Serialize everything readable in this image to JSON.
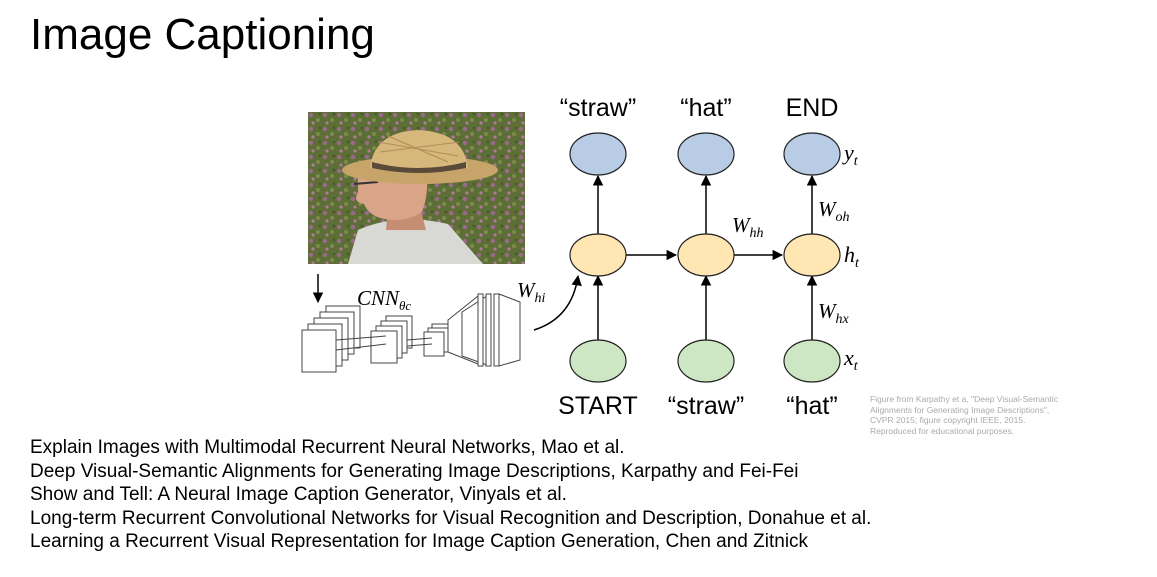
{
  "slide": {
    "title": "Image Captioning"
  },
  "diagram": {
    "top_words": [
      "“straw”",
      "“hat”",
      "END"
    ],
    "bottom_words": [
      "START",
      "“straw”",
      "“hat”"
    ],
    "cnn_label": "CNN",
    "cnn_sub": "θc",
    "weights": {
      "hi_main": "W",
      "hi_sub": "hi",
      "hh_main": "W",
      "hh_sub": "hh",
      "oh_main": "W",
      "oh_sub": "oh",
      "hx_main": "W",
      "hx_sub": "hx"
    },
    "vars": {
      "y_main": "y",
      "y_sub": "t",
      "h_main": "h",
      "h_sub": "t",
      "x_main": "x",
      "x_sub": "t"
    },
    "colors": {
      "output": "#b8cce6",
      "hidden": "#ffe6b3",
      "input": "#cde6c3"
    }
  },
  "credit": "Figure from Karpathy et a, \"Deep Visual-Semantic Alignments for Generating Image Descriptions\", CVPR 2015; figure copyright IEEE, 2015. Reproduced for educational purposes.",
  "references": [
    "Explain Images with Multimodal Recurrent Neural Networks, Mao et al.",
    "Deep Visual-Semantic Alignments for Generating Image Descriptions, Karpathy and Fei-Fei",
    "Show and Tell: A Neural Image Caption Generator, Vinyals et al.",
    "Long-term Recurrent Convolutional Networks for Visual Recognition and Description, Donahue et al.",
    "Learning a Recurrent Visual Representation for Image Caption Generation, Chen and Zitnick"
  ]
}
